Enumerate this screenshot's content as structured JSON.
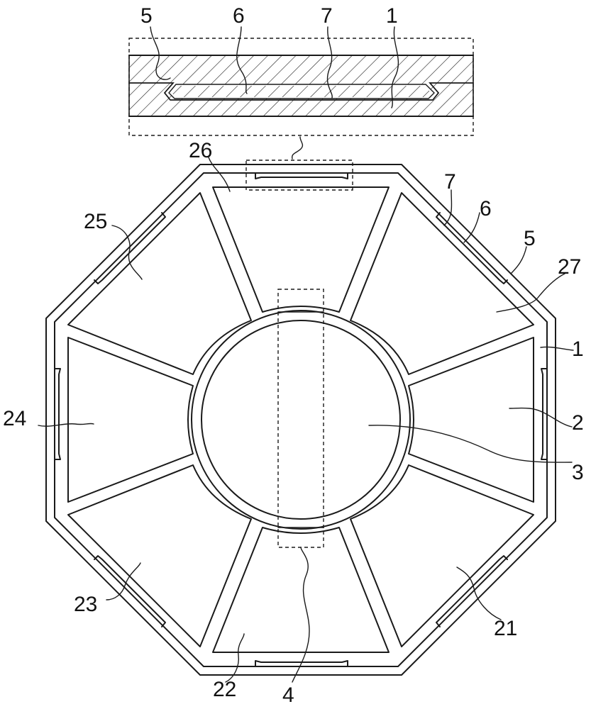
{
  "labels": {
    "detail_5": "5",
    "detail_6": "6",
    "detail_7": "7",
    "detail_1": "1",
    "l_26": "26",
    "l_25": "25",
    "l_7": "7",
    "l_6": "6",
    "l_5": "5",
    "l_27": "27",
    "l_1": "1",
    "l_24": "24",
    "l_2": "2",
    "l_3": "3",
    "l_23": "23",
    "l_21": "21",
    "l_22": "22",
    "l_4": "4"
  }
}
